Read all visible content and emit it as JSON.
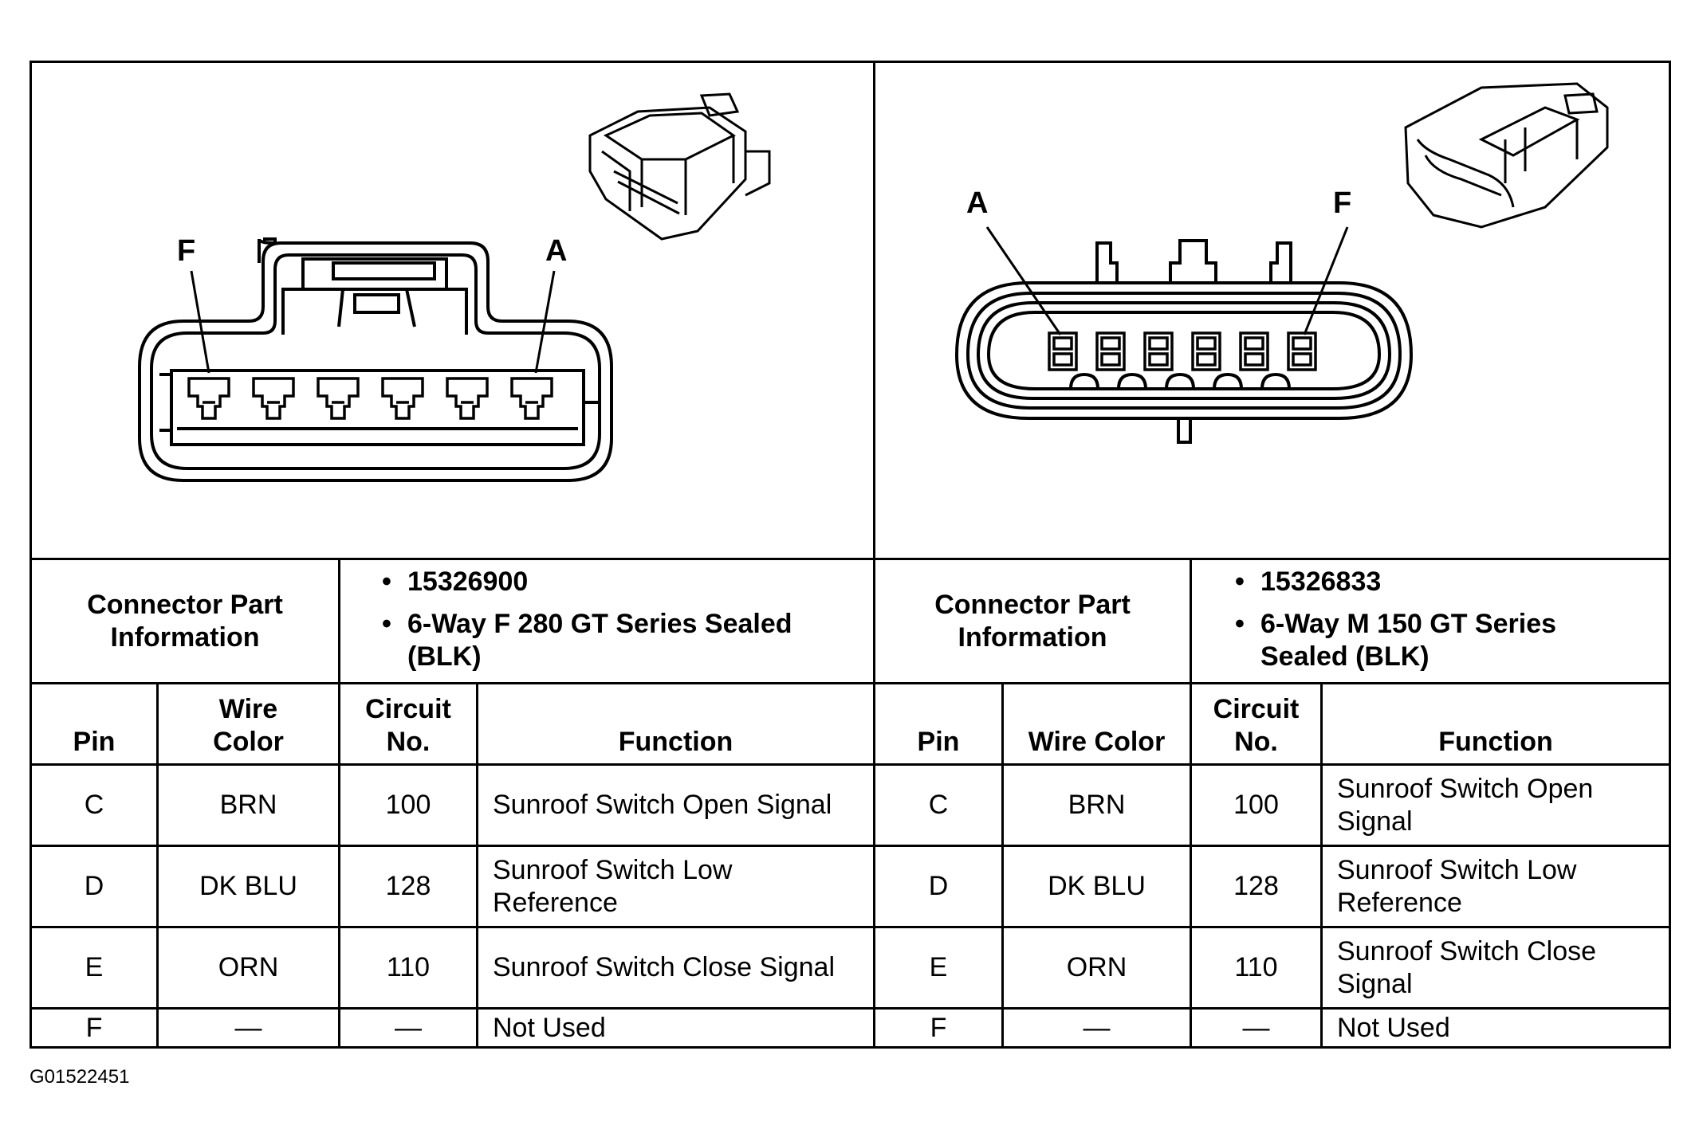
{
  "connectors": [
    {
      "pin_labels": [
        "F",
        "A"
      ],
      "info_label": "Connector Part Information",
      "part_info": [
        "15326900",
        "6-Way F 280 GT Series Sealed (BLK)"
      ],
      "headers": {
        "pin": "Pin",
        "wire_color": "Wire Color",
        "circuit": "Circuit No.",
        "function": "Function"
      },
      "rows": [
        {
          "pin": "C",
          "wire_color": "BRN",
          "circuit": "100",
          "function": "Sunroof Switch Open Signal"
        },
        {
          "pin": "D",
          "wire_color": "DK BLU",
          "circuit": "128",
          "function": "Sunroof Switch Low Reference"
        },
        {
          "pin": "E",
          "wire_color": "ORN",
          "circuit": "110",
          "function": "Sunroof Switch Close Signal"
        },
        {
          "pin": "F",
          "wire_color": "—",
          "circuit": "—",
          "function": "Not Used"
        }
      ]
    },
    {
      "pin_labels": [
        "A",
        "F"
      ],
      "info_label": "Connector Part Information",
      "part_info": [
        "15326833",
        "6-Way M 150 GT Series Sealed (BLK)"
      ],
      "headers": {
        "pin": "Pin",
        "wire_color": "Wire Color",
        "circuit": "Circuit No.",
        "function": "Function"
      },
      "rows": [
        {
          "pin": "C",
          "wire_color": "BRN",
          "circuit": "100",
          "function": "Sunroof Switch Open Signal"
        },
        {
          "pin": "D",
          "wire_color": "DK BLU",
          "circuit": "128",
          "function": "Sunroof Switch Low Reference"
        },
        {
          "pin": "E",
          "wire_color": "ORN",
          "circuit": "110",
          "function": "Sunroof Switch Close Signal"
        },
        {
          "pin": "F",
          "wire_color": "—",
          "circuit": "—",
          "function": "Not Used"
        }
      ]
    }
  ],
  "figure_id": "G01522451"
}
